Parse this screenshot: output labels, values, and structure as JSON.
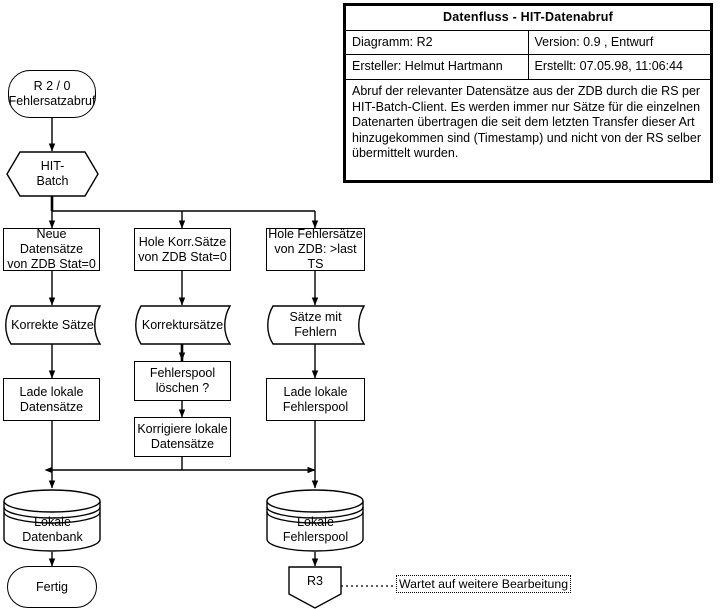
{
  "titleblock": {
    "title": "Datenfluss - HIT-Datenabruf",
    "diagram_label": "Diagramm: R2",
    "version_label": "Version: 0.9 , Entwurf",
    "author_label": "Ersteller: Helmut Hartmann",
    "created_label": "Erstellt:  07.05.98, 11:06:44",
    "description": "Abruf der relevanter Datensätze aus der ZDB durch die RS per HIT-Batch-Client. Es werden immer nur Sätze für die einzelnen Datenarten übertragen die seit dem letzten Transfer dieser Art hinzugekommen sind (Timestamp) und nicht von der RS selber übermittelt wurden."
  },
  "nodes": {
    "start": {
      "line1": "R 2 / 0",
      "line2": "Fehlersatzabruf"
    },
    "hit_batch": {
      "line1": "HIT-",
      "line2": "Batch"
    },
    "proc_new": {
      "line1": "Neue Datensätze",
      "line2": "von ZDB Stat=0"
    },
    "proc_corr": {
      "line1": "Hole Korr.Sätze",
      "line2": "von ZDB Stat=0"
    },
    "proc_err": {
      "line1": "Hole Fehlersätze",
      "line2": "von ZDB: >last TS"
    },
    "data_correct": {
      "line1": "Korrekte Sätze",
      "line2": ""
    },
    "data_corrections": {
      "line1": "Korrektursätze",
      "line2": ""
    },
    "data_errors": {
      "line1": "Sätze mit",
      "line2": "Fehlern"
    },
    "load_local": {
      "line1": "Lade lokale",
      "line2": "Datensätze"
    },
    "spool_delete": {
      "line1": "Fehlerspool",
      "line2": "löschen ?"
    },
    "correct_local": {
      "line1": "Korrigiere lokale",
      "line2": "Datensätze"
    },
    "load_spool": {
      "line1": "Lade lokale",
      "line2": "Fehlerspool"
    },
    "db_local": {
      "line1": "Lokale",
      "line2": "Datenbank"
    },
    "db_spool": {
      "line1": "Lokale",
      "line2": "Fehlerspool"
    },
    "done": {
      "line1": "Fertig",
      "line2": ""
    },
    "r3": {
      "line1": "R3",
      "line2": ""
    }
  },
  "annotations": {
    "wait_note": "Wartet auf weitere Bearbeitung"
  },
  "colors": {
    "stroke": "#000000",
    "fill": "#ffffff",
    "background": "#ffffff"
  }
}
